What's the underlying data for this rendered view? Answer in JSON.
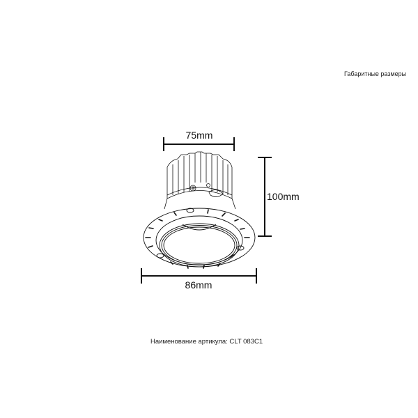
{
  "header": {
    "title": "Габаритные размеры"
  },
  "dimensions": {
    "top_width": "75mm",
    "height": "100mm",
    "flange_width": "86mm"
  },
  "caption": {
    "text": "Наименование артикула: CLT 083C1"
  }
}
